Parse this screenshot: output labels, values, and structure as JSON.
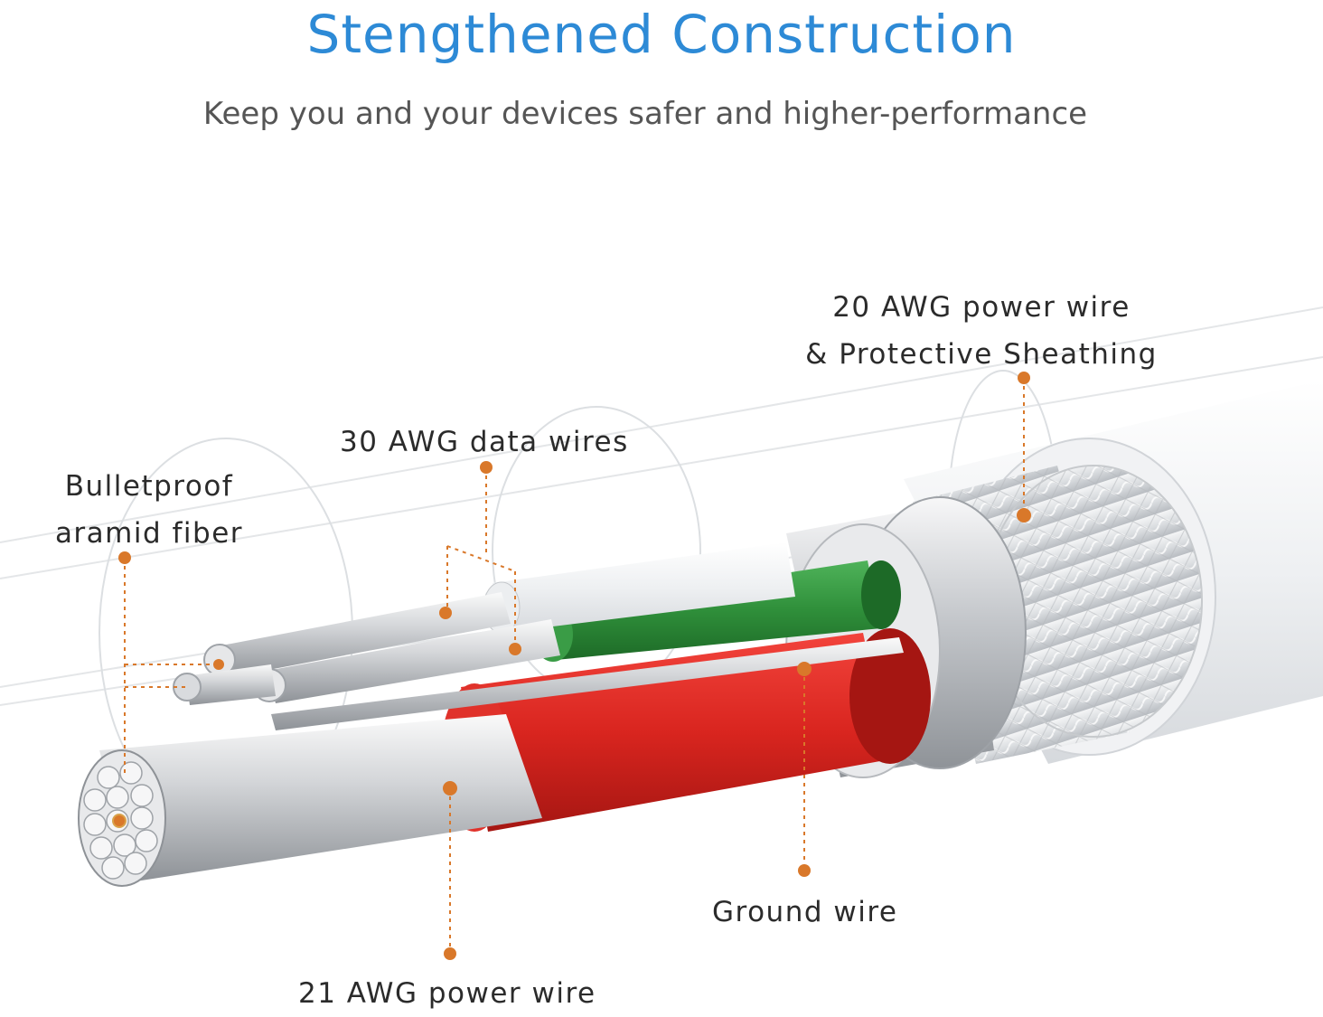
{
  "title": "Stengthened Construction",
  "subtitle": "Keep you and your devices safer and higher-performance",
  "labels": {
    "aramid_line1": "Bulletproof",
    "aramid_line2": "aramid fiber",
    "data_wires": "30 AWG data wires",
    "sheathing_line1": "20 AWG power wire",
    "sheathing_line2": "& Protective Sheathing",
    "ground_wire": "Ground wire",
    "power_wire_21": "21 AWG power wire"
  },
  "colors": {
    "title": "#2d8ad6",
    "marker": "#d9782a",
    "green_wire": "#2f8f3a",
    "red_wire": "#d9251f",
    "silver": "#c9ccd0"
  }
}
